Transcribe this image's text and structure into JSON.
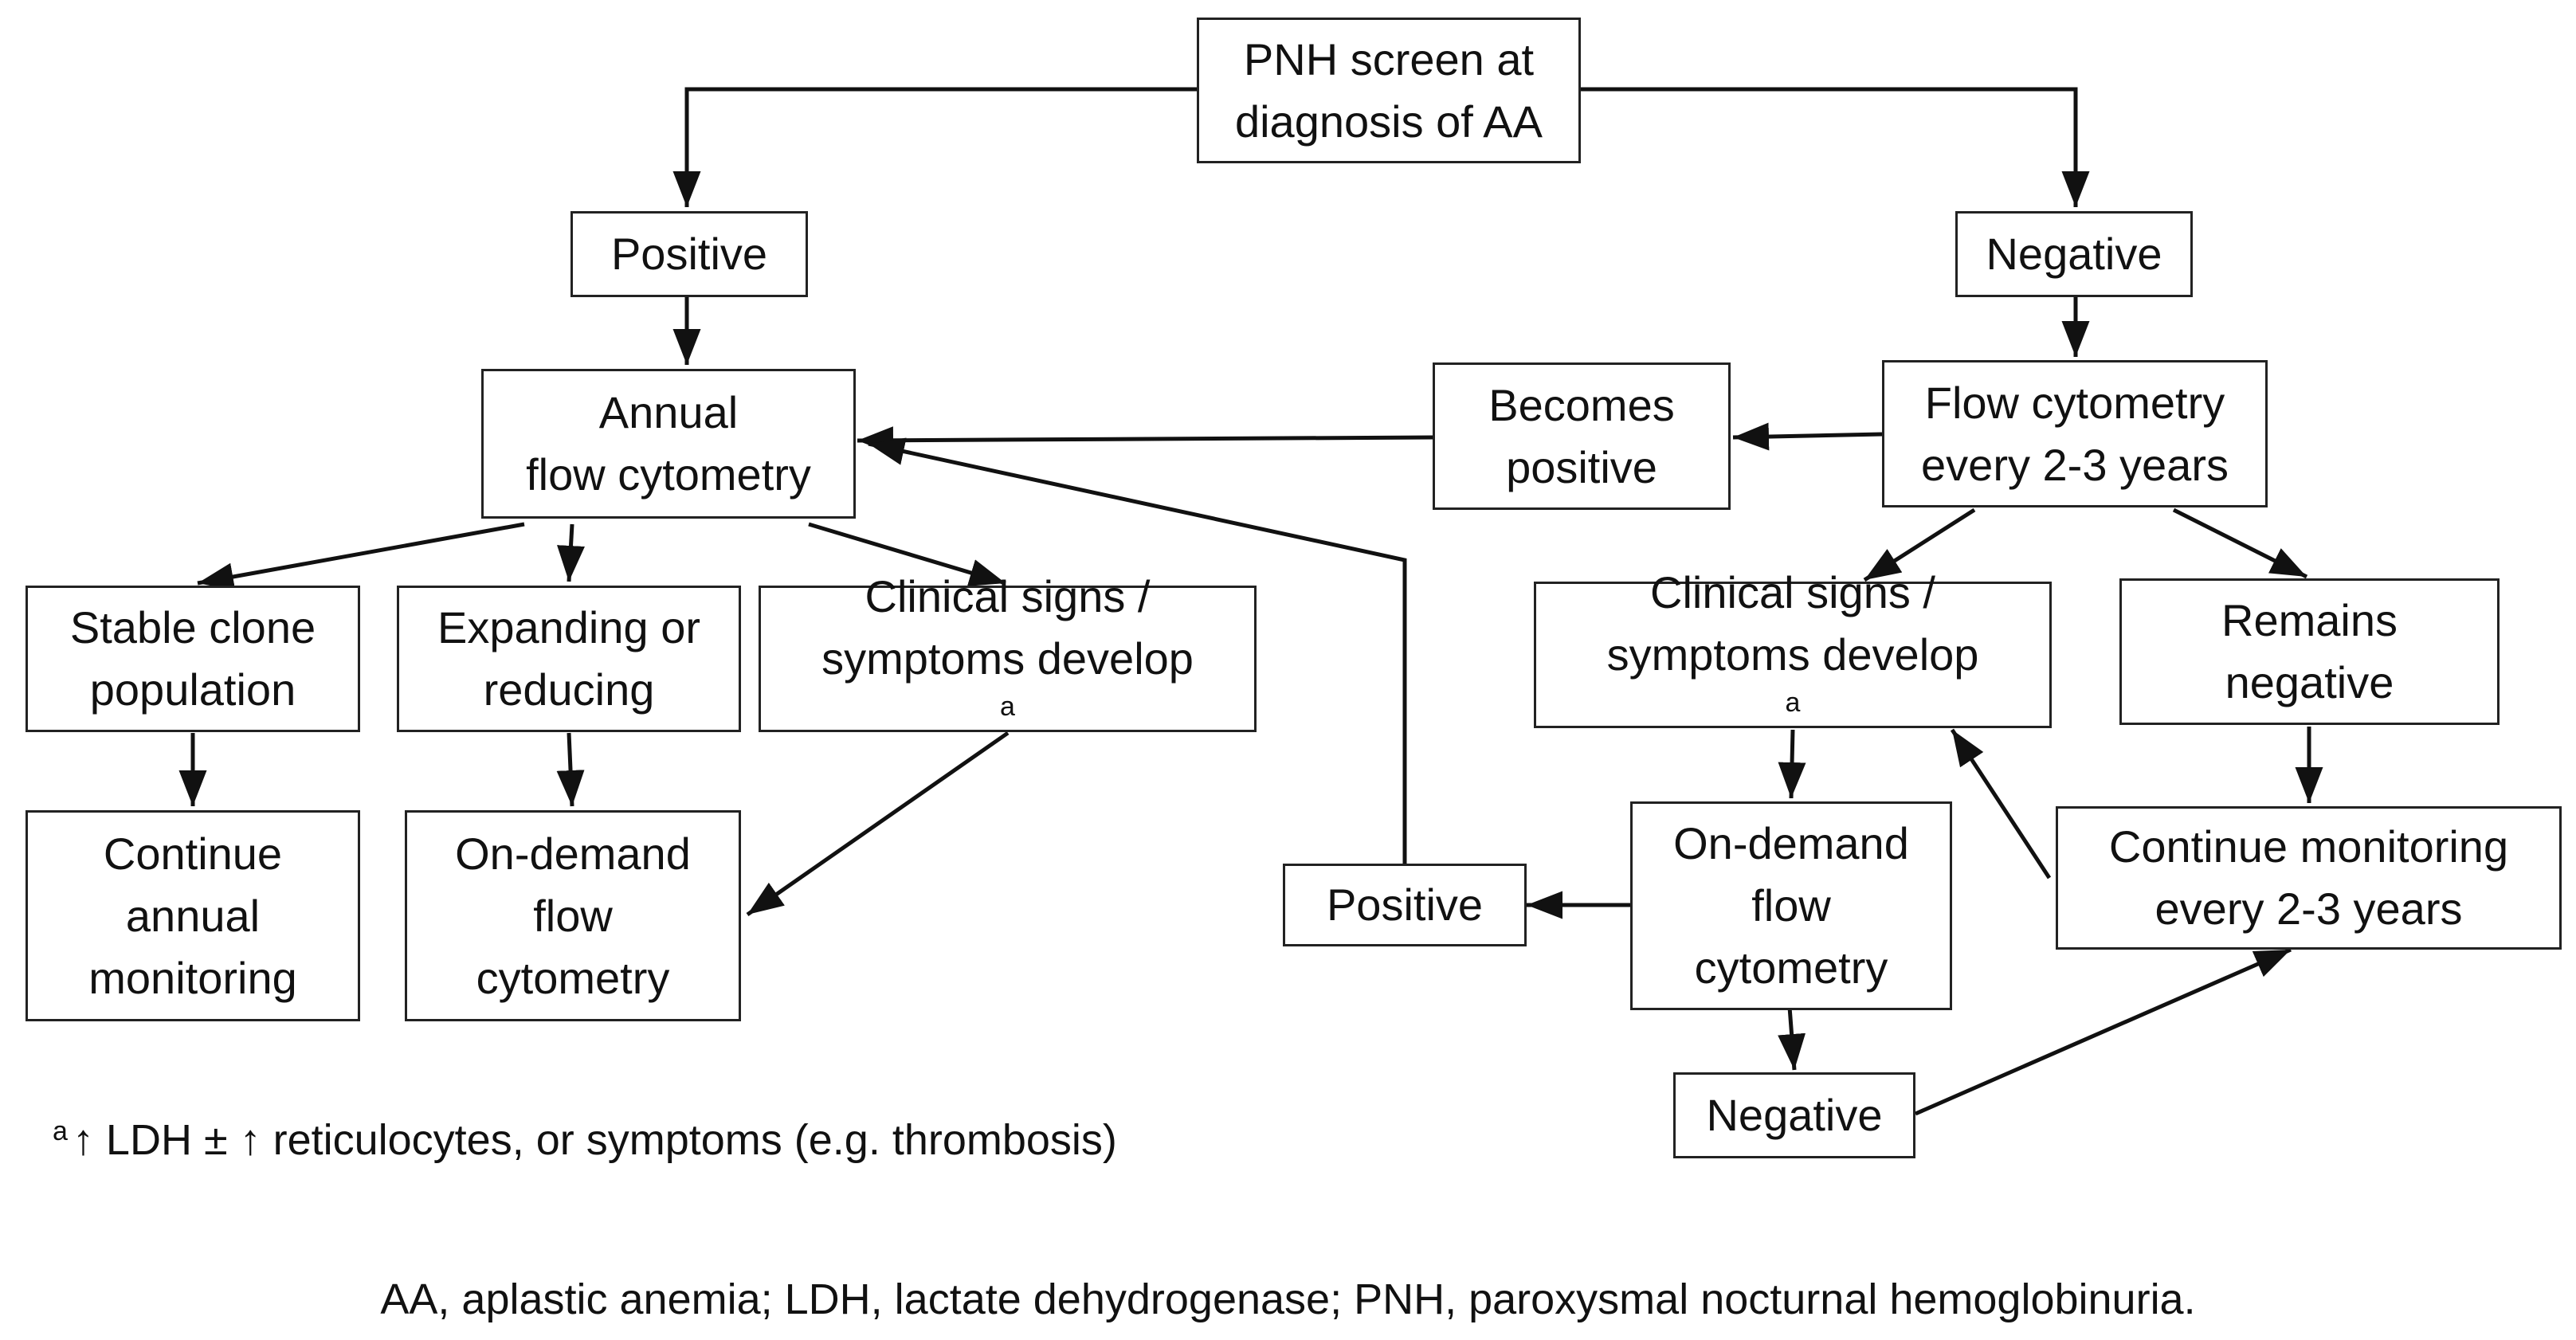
{
  "nodes": {
    "root": [
      "PNH screen at",
      "diagnosis of AA"
    ],
    "positive": [
      "Positive"
    ],
    "negative": [
      "Negative"
    ],
    "annual": [
      "Annual",
      "flow cytometry"
    ],
    "becomes_positive": [
      "Becomes",
      "positive"
    ],
    "flow_23": [
      "Flow cytometry",
      "every 2-3 years"
    ],
    "stable": [
      "Stable clone",
      "population"
    ],
    "expanding": [
      "Expanding or",
      "reducing"
    ],
    "clin_left": [
      "Clinical signs /",
      "symptoms develop"
    ],
    "clin_right": [
      "Clinical signs /",
      "symptoms develop"
    ],
    "remains_neg": [
      "Remains",
      "negative"
    ],
    "continue_annual": [
      "Continue",
      "annual",
      "monitoring"
    ],
    "ondemand_left": [
      "On-demand",
      "flow",
      "cytometry"
    ],
    "ondemand_right": [
      "On-demand",
      "flow",
      "cytometry"
    ],
    "positive2": [
      "Positive"
    ],
    "continue_23": [
      "Continue monitoring",
      "every 2-3 years"
    ],
    "negative2": [
      "Negative"
    ]
  },
  "footnote_marker": "a",
  "footnote": "↑ LDH ± ↑ reticulocytes, or symptoms (e.g. thrombosis)",
  "abbreviations": "AA, aplastic anemia; LDH, lactate dehydrogenase; PNH, paroxysmal nocturnal hemoglobinuria."
}
